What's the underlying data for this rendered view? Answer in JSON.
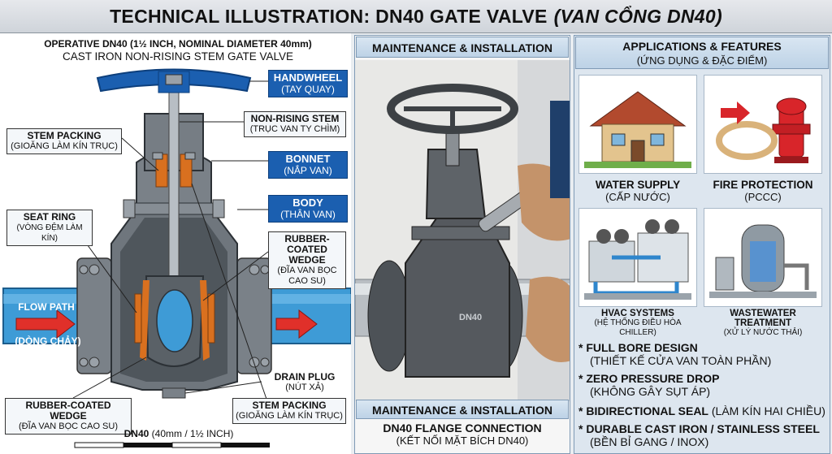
{
  "title": {
    "en": "TECHNICAL ILLUSTRATION: DN40 GATE VALVE",
    "vi": "(VAN CỔNG DN40)"
  },
  "left": {
    "heading1": "OPERATIVE DN40 (1½ INCH, NOMINAL DIAMETER 40mm)",
    "heading2": "CAST IRON NON-RISING STEM GATE VALVE",
    "labels": {
      "handwheel": {
        "en": "HANDWHEEL",
        "vi": "(TAY QUAY)"
      },
      "non_rising_stem": {
        "en": "NON-RISING STEM",
        "vi": "(TRỤC VAN TY CHÌM)"
      },
      "bonnet": {
        "en": "BONNET",
        "vi": "(NẮP VAN)"
      },
      "body": {
        "en": "BODY",
        "vi": "(THÂN VAN)"
      },
      "stem_packing_top": {
        "en": "STEM PACKING",
        "vi": "(GIOĂNG LÀM KÍN TRỤC)"
      },
      "seat_ring": {
        "en": "SEAT RING",
        "vi": "(VÒNG ĐỆM LÀM KÍN)"
      },
      "wedge_right": {
        "en": "RUBBER-COATED WEDGE",
        "vi": "(ĐĨA VAN BỌC CAO SU)"
      },
      "flow_path": {
        "en": "FLOW PATH",
        "vi": "(DÒNG CHẢY)"
      },
      "drain_plug": {
        "en": "DRAIN PLUG",
        "vi": "(NÚT XẢ)"
      },
      "wedge_bottom": {
        "en": "RUBBER-COATED WEDGE",
        "vi": "(ĐĨA VAN BỌC CAO SU)"
      },
      "stem_packing_bottom": {
        "en": "STEM PACKING",
        "vi": "(GIOĂNG LÀM KÍN TRỤC)"
      }
    },
    "scale": {
      "en": "DN40",
      "detail": "(40mm / 1½ INCH)"
    }
  },
  "middle": {
    "header_top": "MAINTENANCE & INSTALLATION",
    "header_bottom": "MAINTENANCE & INSTALLATION",
    "caption_en": "DN40 FLANGE CONNECTION",
    "caption_vi": "(KẾT NỐI MẶT BÍCH DN40)",
    "valve_marking": "DN40"
  },
  "right": {
    "header_en": "APPLICATIONS & FEATURES",
    "header_vi": "(ỨNG DỤNG & ĐẶC ĐIỂM)",
    "apps": [
      {
        "en": "WATER SUPPLY",
        "vi": "(CẤP NƯỚC)",
        "icon": "house-icon"
      },
      {
        "en": "FIRE PROTECTION",
        "vi": "(PCCC)",
        "icon": "fire-hydrant-icon"
      },
      {
        "en": "HVAC SYSTEMS",
        "vi": "(HỆ THỐNG ĐIỀU HÒA CHILLER)",
        "icon": "chiller-icon"
      },
      {
        "en": "WASTEWATER TREATMENT",
        "vi": "(XỬ LÝ NƯỚC THẢI)",
        "icon": "treatment-tank-icon"
      }
    ],
    "features": [
      {
        "en": "FULL BORE DESIGN",
        "vi": "(THIẾT KẾ CỬA VAN TOÀN PHẦN)"
      },
      {
        "en": "ZERO PRESSURE DROP",
        "vi": "(KHÔNG GÂY SỤT ÁP)"
      },
      {
        "en": "BIDIRECTIONAL SEAL",
        "vi": "(LÀM KÍN HAI CHIỀU)"
      },
      {
        "en": "DURABLE CAST IRON / STAINLESS STEEL",
        "vi": "(BỀN BỈ GANG / INOX)"
      }
    ]
  },
  "colors": {
    "accent_blue": "#1b5fb0",
    "pipe_blue": "#3e9bd6",
    "flow_arrow": "#e0302a",
    "iron": "#6f767d",
    "rubber": "#d9701f"
  }
}
